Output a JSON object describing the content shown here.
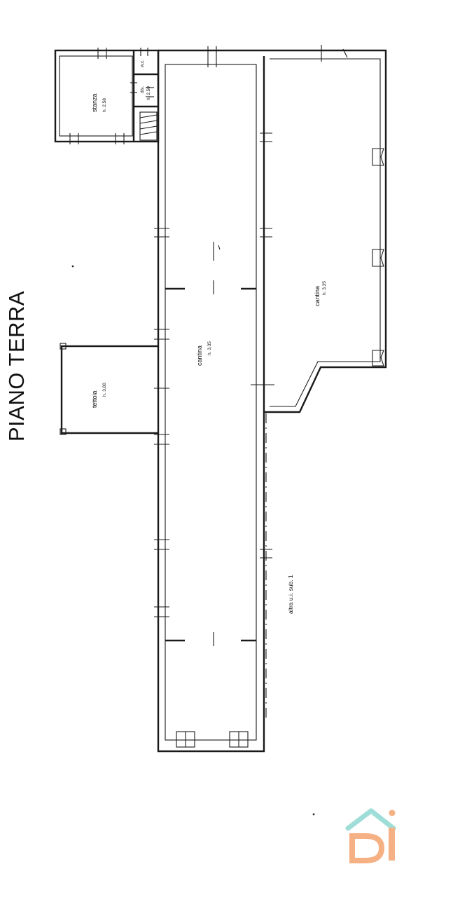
{
  "plan": {
    "title": "PIANO TERRA",
    "rooms": {
      "stanza": {
        "name": "stanza",
        "height": "h. 2,58"
      },
      "wc": {
        "name": "w.c."
      },
      "dis": {
        "name": "dis.",
        "height": "h. 2,50"
      },
      "cantina_main": {
        "name": "cantina",
        "height": "h. 3,35"
      },
      "cantina_right": {
        "name": "cantina",
        "height": "h. 3,35"
      },
      "tettoia": {
        "name": "tettoia",
        "height": "h. 3,80"
      }
    },
    "neighbor_label": "altra u.i. sub. 1"
  },
  "colors": {
    "ink": "#1a1a1a",
    "logo_teal": "#9fded8",
    "logo_orange": "#f5b083"
  },
  "logo": {
    "icon": "house-logo-icon",
    "text": "Di"
  }
}
